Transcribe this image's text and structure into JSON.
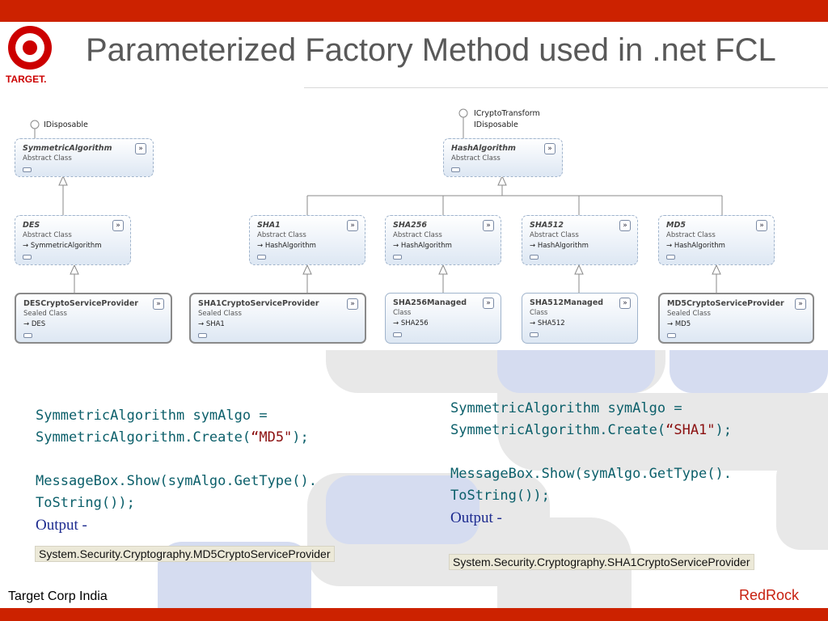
{
  "slide": {
    "title": "Parameterized Factory Method used in .net FCL",
    "logo_text": "TARGET.",
    "footer_left": "Target Corp India",
    "footer_right": "RedRock",
    "colors": {
      "brand_red": "#cc2200",
      "code_teal": "#0b5f6a",
      "string_red": "#8b1010",
      "output_blue": "#1c2a8f"
    }
  },
  "diagram": {
    "interfaces": {
      "symmetric": "IDisposable",
      "hash_line1": "ICryptoTransform",
      "hash_line2": "IDisposable"
    },
    "classes": {
      "symmetric_algorithm": {
        "name": "SymmetricAlgorithm",
        "kind": "Abstract Class"
      },
      "hash_algorithm": {
        "name": "HashAlgorithm",
        "kind": "Abstract Class"
      },
      "des": {
        "name": "DES",
        "kind": "Abstract Class",
        "base": "SymmetricAlgorithm"
      },
      "sha1": {
        "name": "SHA1",
        "kind": "Abstract Class",
        "base": "HashAlgorithm"
      },
      "sha256": {
        "name": "SHA256",
        "kind": "Abstract Class",
        "base": "HashAlgorithm"
      },
      "sha512": {
        "name": "SHA512",
        "kind": "Abstract Class",
        "base": "HashAlgorithm"
      },
      "md5": {
        "name": "MD5",
        "kind": "Abstract Class",
        "base": "HashAlgorithm"
      },
      "des_csp": {
        "name": "DESCryptoServiceProvider",
        "kind": "Sealed Class",
        "base": "DES"
      },
      "sha1_csp": {
        "name": "SHA1CryptoServiceProvider",
        "kind": "Sealed Class",
        "base": "SHA1"
      },
      "sha256_managed": {
        "name": "SHA256Managed",
        "kind": "Class",
        "base": "SHA256"
      },
      "sha512_managed": {
        "name": "SHA512Managed",
        "kind": "Class",
        "base": "SHA512"
      },
      "md5_csp": {
        "name": "MD5CryptoServiceProvider",
        "kind": "Sealed Class",
        "base": "MD5"
      }
    },
    "icons": {
      "expand": "double-chevron-down-icon",
      "interface": "lollipop-interface-icon",
      "inherits": "inherits-arrow-icon"
    }
  },
  "examples": {
    "left": {
      "line1": "SymmetricAlgorithm symAlgo =",
      "line2_pre": "SymmetricAlgorithm.Create(",
      "line2_str": "“MD5\"",
      "line2_post": ");",
      "line3": "MessageBox.Show(symAlgo.GetType().",
      "line4": "ToString());",
      "output_label": "Output -",
      "result": "System.Security.Cryptography.MD5CryptoServiceProvider"
    },
    "right": {
      "line1": "SymmetricAlgorithm symAlgo =",
      "line2_pre": "SymmetricAlgorithm.Create(",
      "line2_str": "“SHA1\"",
      "line2_post": ");",
      "line3": "MessageBox.Show(symAlgo.GetType().",
      "line4": "ToString());",
      "output_label": "Output -",
      "result": "System.Security.Cryptography.SHA1CryptoServiceProvider"
    }
  }
}
